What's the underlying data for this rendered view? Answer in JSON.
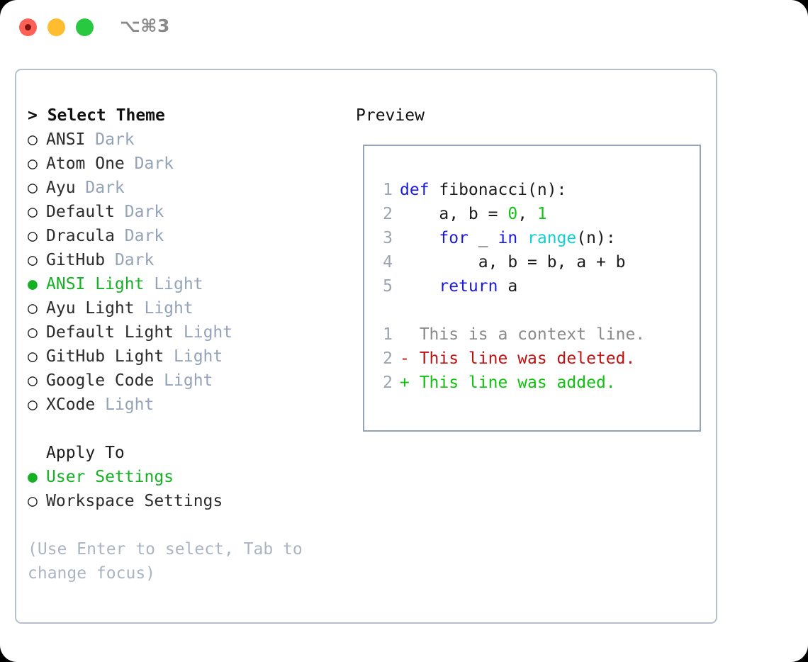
{
  "titlebar": {
    "shortcut": "⌥⌘3",
    "buttons": {
      "close": "close",
      "minimize": "minimize",
      "maximize": "maximize"
    }
  },
  "theme_panel": {
    "header": "> Select Theme",
    "marker_unselected": "○",
    "marker_selected": "●",
    "items": [
      {
        "name": "ANSI",
        "variant": "Dark",
        "selected": false
      },
      {
        "name": "Atom One",
        "variant": "Dark",
        "selected": false
      },
      {
        "name": "Ayu",
        "variant": "Dark",
        "selected": false
      },
      {
        "name": "Default",
        "variant": "Dark",
        "selected": false
      },
      {
        "name": "Dracula",
        "variant": "Dark",
        "selected": false
      },
      {
        "name": "GitHub",
        "variant": "Dark",
        "selected": false
      },
      {
        "name": "ANSI Light",
        "variant": "Light",
        "selected": true
      },
      {
        "name": "Ayu Light",
        "variant": "Light",
        "selected": false
      },
      {
        "name": "Default Light",
        "variant": "Light",
        "selected": false
      },
      {
        "name": "GitHub Light",
        "variant": "Light",
        "selected": false
      },
      {
        "name": "Google Code",
        "variant": "Light",
        "selected": false
      },
      {
        "name": "XCode",
        "variant": "Light",
        "selected": false
      }
    ]
  },
  "apply_to": {
    "header": "Apply To",
    "options": [
      {
        "label": "User Settings",
        "selected": true
      },
      {
        "label": "Workspace Settings",
        "selected": false
      }
    ]
  },
  "hint": "(Use Enter to select, Tab to change focus)",
  "preview": {
    "title": "Preview",
    "code_lines": [
      {
        "num": "1",
        "tokens": [
          {
            "t": "def ",
            "c": "kw"
          },
          {
            "t": "fibonacci(n):",
            "c": "txt"
          }
        ]
      },
      {
        "num": "2",
        "tokens": [
          {
            "t": "    a, b = ",
            "c": "txt"
          },
          {
            "t": "0",
            "c": "num"
          },
          {
            "t": ", ",
            "c": "txt"
          },
          {
            "t": "1",
            "c": "num"
          }
        ]
      },
      {
        "num": "3",
        "tokens": [
          {
            "t": "    ",
            "c": "txt"
          },
          {
            "t": "for",
            "c": "kw"
          },
          {
            "t": " _ ",
            "c": "txt"
          },
          {
            "t": "in",
            "c": "kw"
          },
          {
            "t": " ",
            "c": "txt"
          },
          {
            "t": "range",
            "c": "bi"
          },
          {
            "t": "(n):",
            "c": "txt"
          }
        ]
      },
      {
        "num": "4",
        "tokens": [
          {
            "t": "        a, b = b, a + b",
            "c": "txt"
          }
        ]
      },
      {
        "num": "5",
        "tokens": [
          {
            "t": "    ",
            "c": "txt"
          },
          {
            "t": "return",
            "c": "kw"
          },
          {
            "t": " a",
            "c": "txt"
          }
        ]
      }
    ],
    "diff_lines": [
      {
        "num": "1",
        "text": "  This is a context line.",
        "kind": "ctx"
      },
      {
        "num": "2",
        "text": "- This line was deleted.",
        "kind": "del"
      },
      {
        "num": "2",
        "text": "+ This line was added.",
        "kind": "add"
      }
    ]
  },
  "colors": {
    "selected_green": "#15b024",
    "variant_gray": "#94a3b8",
    "hint_gray": "#aab4c2",
    "panel_border": "#b6bfcc",
    "preview_border": "#94a3b8",
    "keyword_blue": "#1a1ae0",
    "builtin_cyan": "#0fcfd0",
    "number_green": "#16c216",
    "diff_delete_red": "#c01111",
    "diff_add_green": "#0dc40d",
    "traffic_red": "#fe5f57",
    "traffic_yellow": "#febc2e",
    "traffic_green": "#28c840"
  }
}
